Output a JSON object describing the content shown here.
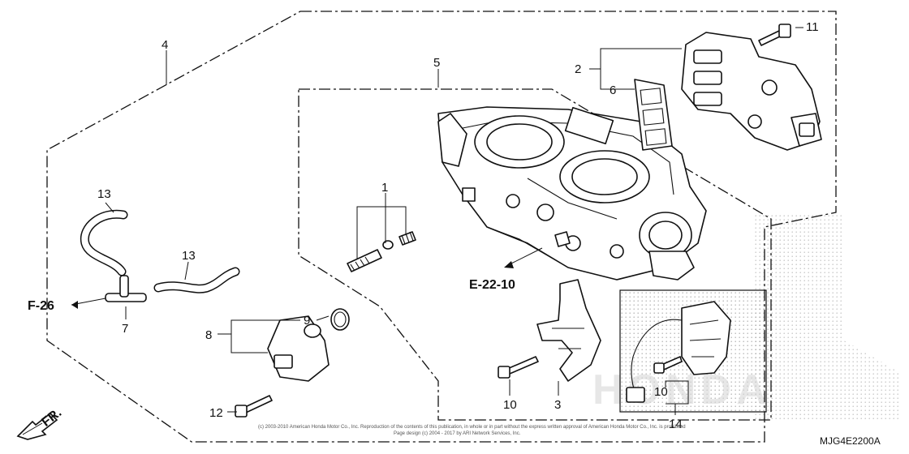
{
  "labels": {
    "p1": "1",
    "p2": "2",
    "p3": "3",
    "p4": "4",
    "p5": "5",
    "p6": "6",
    "p7": "7",
    "p8": "8",
    "p9": "9",
    "p10a": "10",
    "p10b": "10",
    "p11": "11",
    "p12": "12",
    "p13a": "13",
    "p13b": "13",
    "p14": "14"
  },
  "refs": {
    "f26": "F-26",
    "e2210": "E-22-10",
    "front": "FR."
  },
  "diagram_code": "MJG4E2200A",
  "copyright_line1": "(c) 2003-2010 American Honda Motor Co., Inc. Reproduction of the contents of this publication, in whole or in part without the express written approval of American Honda Motor Co., Inc. is prohibited",
  "copyright_line2": "Page design (c) 2004 - 2017 by ARI Network Services, Inc.",
  "watermark": "HONDA",
  "colors": {
    "ink": "#111111",
    "stipple": "#bdbdbd"
  }
}
